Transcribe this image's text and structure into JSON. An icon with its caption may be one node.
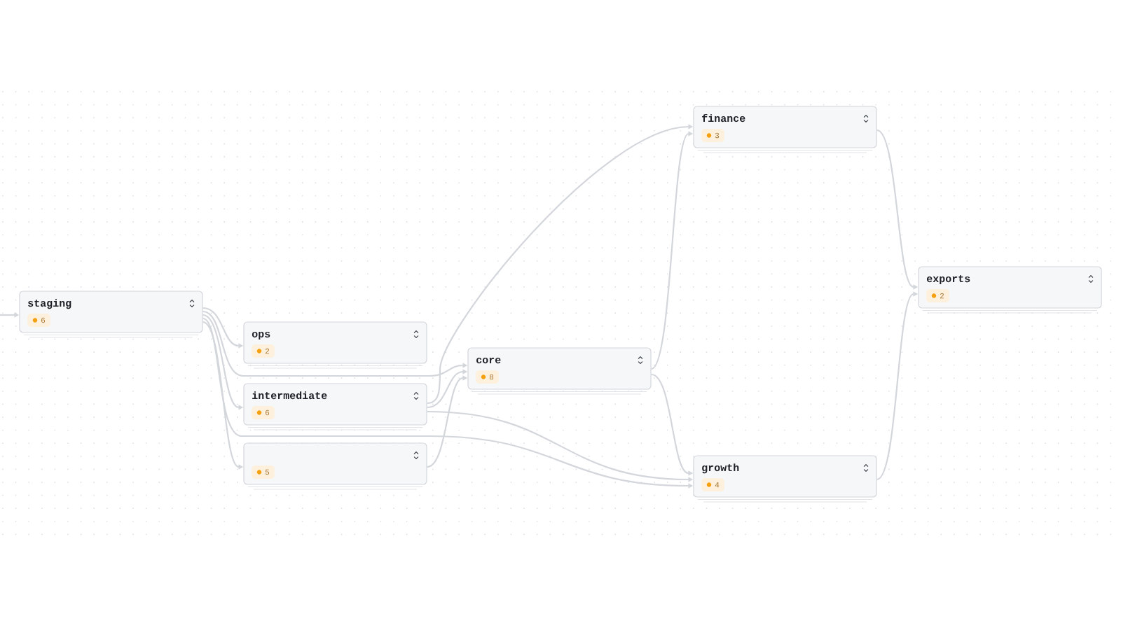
{
  "diagram": {
    "nodes": [
      {
        "text": [
          "staging",
          "6"
        ]
      },
      {
        "text": [
          "ops",
          "2"
        ]
      },
      {
        "text": [
          "intermediate",
          "6"
        ]
      },
      {
        "text": [
          "5"
        ]
      },
      {
        "text": [
          "core",
          "8"
        ]
      },
      {
        "text": [
          "finance",
          "3"
        ]
      },
      {
        "text": [
          "growth",
          "4"
        ]
      },
      {
        "text": [
          "exports",
          "2"
        ]
      }
    ],
    "edges": [
      {
        "from": null,
        "to": 0,
        "arrow": "to"
      },
      {
        "from": 0,
        "to": 1,
        "arrow": "to"
      },
      {
        "from": 0,
        "to": 2,
        "arrow": "to"
      },
      {
        "from": 0,
        "to": 3,
        "arrow": "to"
      },
      {
        "from": 0,
        "to": 4,
        "arrow": "to"
      },
      {
        "from": 0,
        "to": 6,
        "arrow": "to"
      },
      {
        "from": 2,
        "to": 4,
        "arrow": "to"
      },
      {
        "from": 3,
        "to": 4,
        "arrow": "to"
      },
      {
        "from": 2,
        "to": 5,
        "arrow": "to"
      },
      {
        "from": 2,
        "to": 6,
        "arrow": "to"
      },
      {
        "from": 4,
        "to": 5,
        "arrow": "to"
      },
      {
        "from": 4,
        "to": 6,
        "arrow": "to"
      },
      {
        "from": 5,
        "to": 7,
        "arrow": "to"
      },
      {
        "from": 6,
        "to": 7,
        "arrow": "to"
      }
    ]
  }
}
